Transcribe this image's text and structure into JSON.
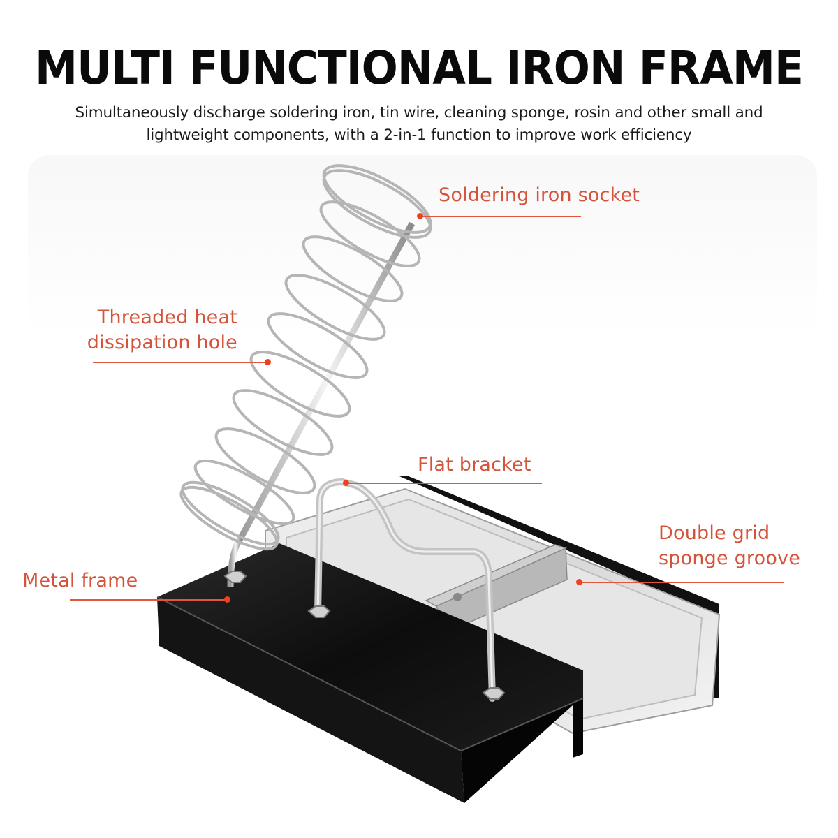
{
  "header": {
    "title": "MULTI FUNCTIONAL IRON FRAME",
    "subtitle_line1": "Simultaneously discharge soldering iron, tin wire, cleaning sponge, rosin and other small and",
    "subtitle_line2": "lightweight components, with a 2-in-1 function to improve work efficiency"
  },
  "callouts": [
    {
      "id": "socket",
      "label": "Soldering iron socket"
    },
    {
      "id": "heat",
      "label_line1": "Threaded heat",
      "label_line2": "dissipation hole"
    },
    {
      "id": "bracket",
      "label": "Flat bracket"
    },
    {
      "id": "groove",
      "label_line1": "Double grid",
      "label_line2": "sponge groove"
    },
    {
      "id": "frame",
      "label": "Metal frame"
    }
  ],
  "colors": {
    "accent": "#d4533b",
    "leader": "#e2563c",
    "frame": "#111111",
    "steel": "#c8c8c8"
  }
}
